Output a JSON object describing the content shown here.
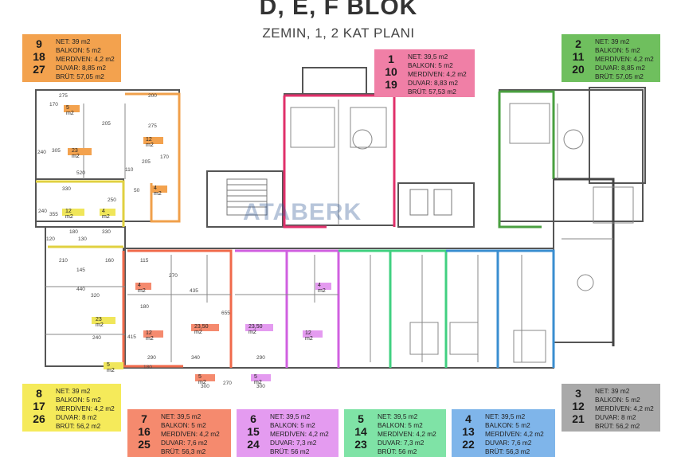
{
  "header": {
    "title": "D, E, F BLOK",
    "subtitle": "ZEMIN, 1, 2 KAT PLANI"
  },
  "watermark": "ATABERK",
  "units": [
    {
      "id": "u9",
      "nums": [
        "9",
        "18",
        "27"
      ],
      "color": "#f3a24e",
      "lines": [
        "NET: 39 m2",
        "BALKON: 5 m2",
        "MERDİVEN: 4,2 m2",
        "DUVAR: 8,85 m2",
        "BRÜT: 57,05 m2"
      ]
    },
    {
      "id": "u1",
      "nums": [
        "1",
        "10",
        "19"
      ],
      "color": "#f07fa6",
      "lines": [
        "NET: 39,5 m2",
        "BALKON: 5 m2",
        "MERDİVEN: 4,2 m2",
        "DUVAR: 8,83 m2",
        "BRÜT: 57,53 m2"
      ]
    },
    {
      "id": "u2",
      "nums": [
        "2",
        "11",
        "20"
      ],
      "color": "#6fbf5e",
      "lines": [
        "NET: 39 m2",
        "BALKON: 5 m2",
        "MERDİVEN: 4,2 m2",
        "DUVAR: 8,85 m2",
        "BRÜT: 57,05 m2"
      ]
    },
    {
      "id": "u8",
      "nums": [
        "8",
        "17",
        "26"
      ],
      "color": "#f5ea5a",
      "lines": [
        "NET: 39 m2",
        "BALKON: 5 m2",
        "MERDİVEN: 4,2 m2",
        "DUVAR: 8 m2",
        "BRÜT: 56,2 m2"
      ]
    },
    {
      "id": "u3",
      "nums": [
        "3",
        "12",
        "21"
      ],
      "color": "#a9a9a9",
      "lines": [
        "NET: 39 m2",
        "BALKON: 5 m2",
        "MERDİVEN: 4,2 m2",
        "DUVAR: 8 m2",
        "BRÜT: 56,2 m2"
      ]
    },
    {
      "id": "u7",
      "nums": [
        "7",
        "16",
        "25"
      ],
      "color": "#f58a6e",
      "lines": [
        "NET: 39,5 m2",
        "BALKON: 5 m2",
        "MERDİVEN: 4,2 m2",
        "DUVAR: 7,6 m2",
        "BRÜT: 56,3 m2"
      ]
    },
    {
      "id": "u6",
      "nums": [
        "6",
        "15",
        "24"
      ],
      "color": "#e49bf0",
      "lines": [
        "NET: 39,5 m2",
        "BALKON: 5 m2",
        "MERDİVEN: 4,2 m2",
        "DUVAR: 7,3 m2",
        "BRÜT: 56 m2"
      ]
    },
    {
      "id": "u5",
      "nums": [
        "5",
        "14",
        "23"
      ],
      "color": "#7fe3a6",
      "lines": [
        "NET: 39,5 m2",
        "BALKON: 5 m2",
        "MERDİVEN: 4,2 m2",
        "DUVAR: 7,3 m2",
        "BRÜT: 56 m2"
      ]
    },
    {
      "id": "u4",
      "nums": [
        "4",
        "13",
        "22"
      ],
      "color": "#7fb5ea",
      "lines": [
        "NET: 39,5 m2",
        "BALKON: 5 m2",
        "MERDİVEN: 4,2 m2",
        "DUVAR: 7,6 m2",
        "BRÜT: 56,3 m2"
      ]
    }
  ],
  "room_labels": {
    "a": "5 m2",
    "b": "23 m2",
    "c": "12 m2",
    "d": "4 m2",
    "e": "12 m2",
    "f": "4 m2",
    "g": "23 m2",
    "h": "5 m2",
    "i": "4 m2",
    "j": "12 m2",
    "k": "23,50 m2",
    "l": "5 m2",
    "m": "23,50 m2",
    "n": "12 m2",
    "o": "4 m2",
    "p": "5 m2"
  },
  "dims": [
    "275",
    "170",
    "205",
    "305",
    "240",
    "520",
    "110",
    "330",
    "200",
    "275",
    "205",
    "170",
    "50",
    "250",
    "330",
    "240",
    "355",
    "180",
    "120",
    "130",
    "210",
    "145",
    "160",
    "440",
    "320",
    "240",
    "115",
    "270",
    "180",
    "415",
    "290",
    "435",
    "655",
    "340",
    "290",
    "180",
    "300",
    "300",
    "270"
  ]
}
